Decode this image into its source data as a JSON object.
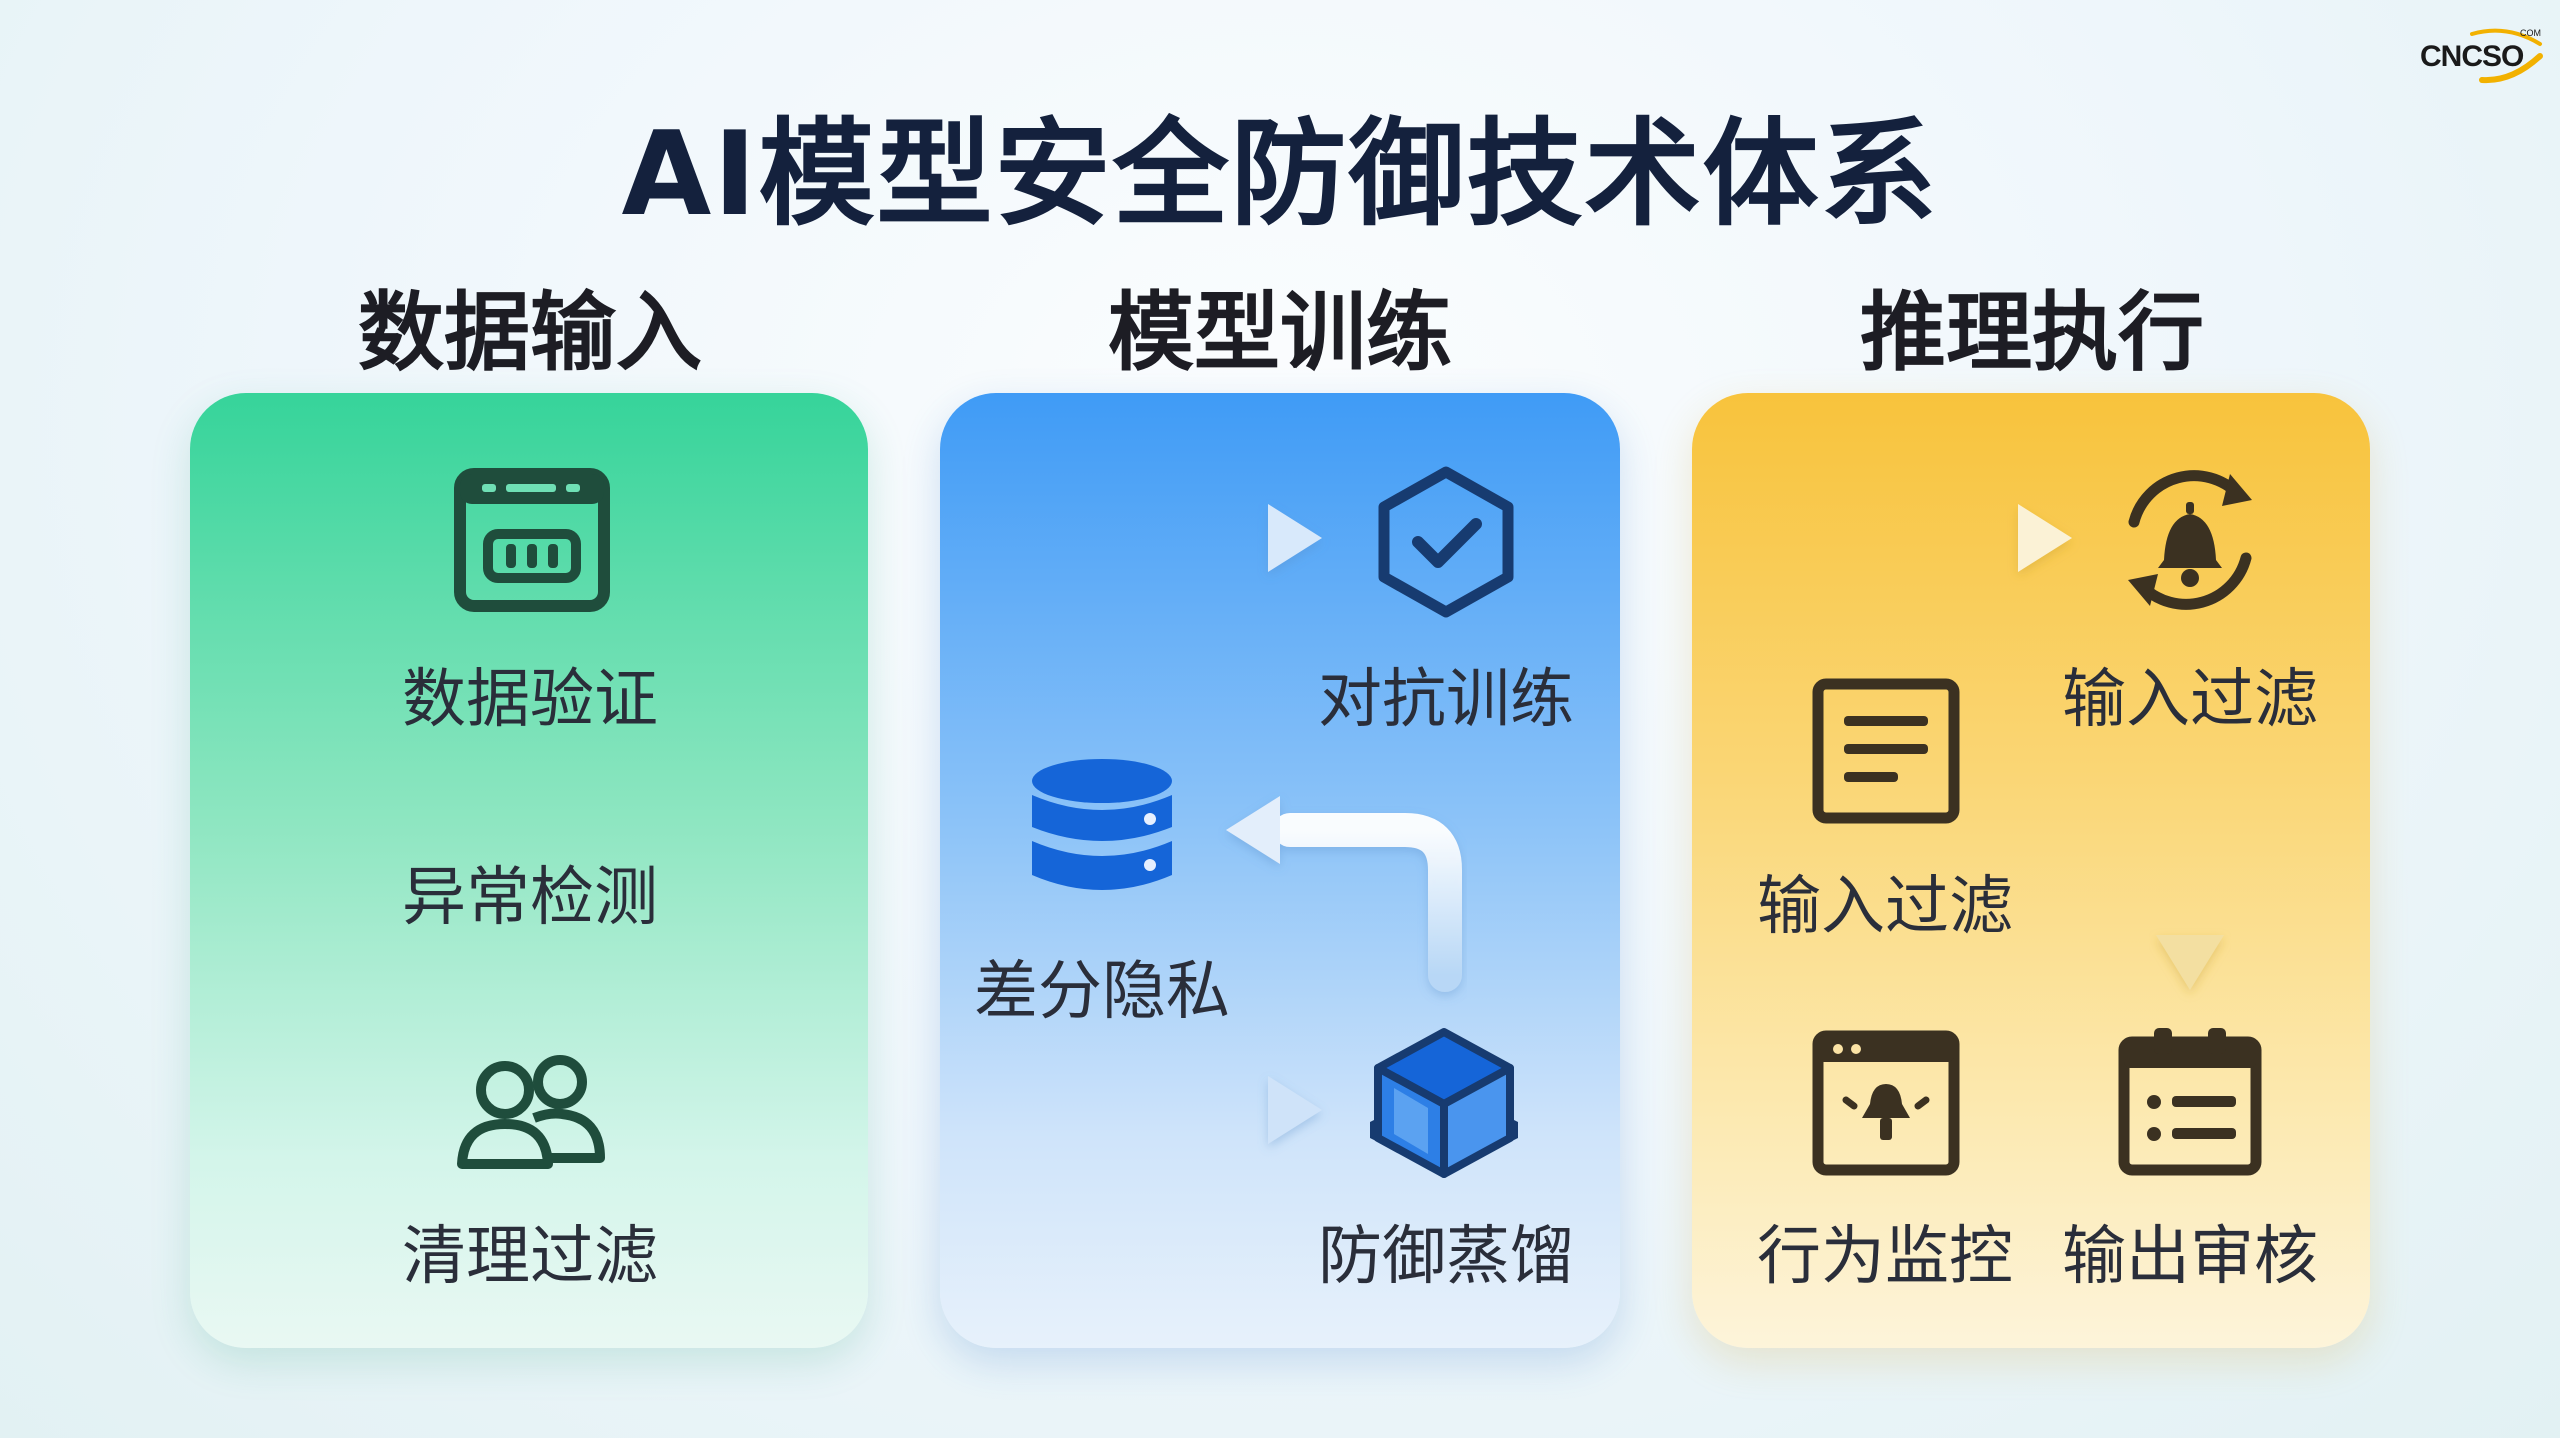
{
  "title": "AI模型安全防御技术体系",
  "logo": {
    "text": "CNCSO",
    "sub": "COM"
  },
  "columns": {
    "data_input": {
      "title": "数据输入"
    },
    "model_training": {
      "title": "模型训练"
    },
    "inference": {
      "title": "推理执行"
    }
  },
  "nodes": {
    "data_validation": {
      "label": "数据验证",
      "icon": "calendar-server-icon"
    },
    "anomaly_detection": {
      "label": "异常检测"
    },
    "cleaning_filter": {
      "label": "清理过滤",
      "icon": "users-icon"
    },
    "adversarial_training": {
      "label": "对抗训练",
      "icon": "hexagon-check-icon"
    },
    "differential_privacy": {
      "label": "差分隐私",
      "icon": "database-icon"
    },
    "defensive_distillation": {
      "label": "防御蒸馏",
      "icon": "cube-icon"
    },
    "input_filter_top": {
      "label": "输入过滤",
      "icon": "bell-refresh-icon"
    },
    "input_filter_doc": {
      "label": "输入过滤",
      "icon": "document-icon"
    },
    "behavior_monitor": {
      "label": "行为监控",
      "icon": "browser-alert-icon"
    },
    "output_review": {
      "label": "输出审核",
      "icon": "clipboard-list-icon"
    }
  },
  "colors": {
    "green_panel": "#36d49a",
    "blue_panel": "#3f9bf6",
    "yellow_panel": "#f8c33c",
    "icon_dark_green": "#1f4d3c",
    "icon_dark_blue": "#173b70",
    "icon_blue": "#1565d8",
    "icon_dark_brown": "#3b3121",
    "title": "#14213d"
  }
}
